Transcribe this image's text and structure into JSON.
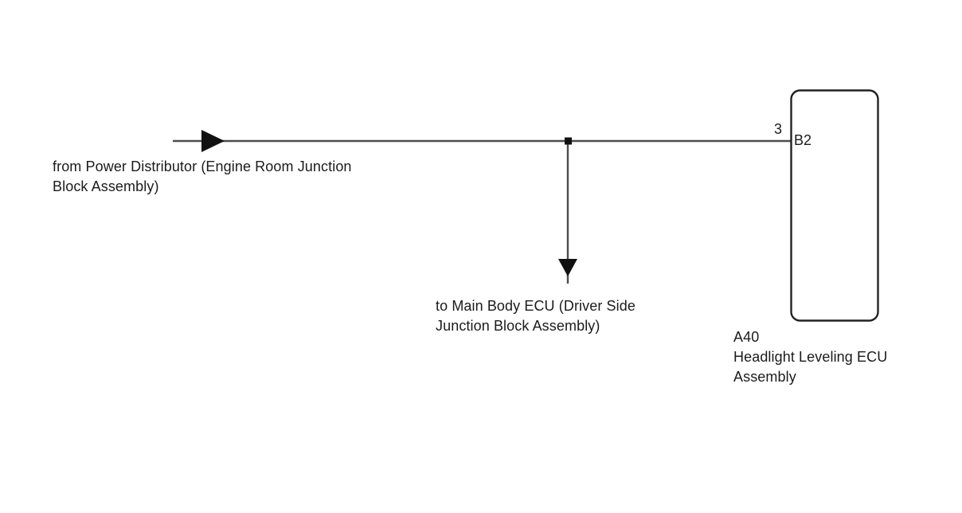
{
  "diagram": {
    "title": "Headlight Leveling ECU power supply wiring diagram",
    "background_color": "#ffffff",
    "line_color": "#4d4d4d",
    "box_stroke_color": "#222222",
    "text_color": "#1b1b1b",
    "source_label": "from Power Distributor (Engine Room Junction\nBlock Assembly)",
    "branch_label": "to Main Body ECU (Driver Side\nJunction Block Assembly)",
    "component": {
      "code": "A40",
      "name_line1": "Headlight Leveling ECU",
      "name_line2": "Assembly",
      "full_label": "A40\nHeadlight Leveling ECU\nAssembly",
      "connector_code": "B2",
      "pin_number": "3"
    },
    "icons": {
      "inbound_arrow": "arrow-right-icon",
      "branch_arrow": "arrow-down-icon",
      "junction": "junction-dot-icon"
    }
  }
}
